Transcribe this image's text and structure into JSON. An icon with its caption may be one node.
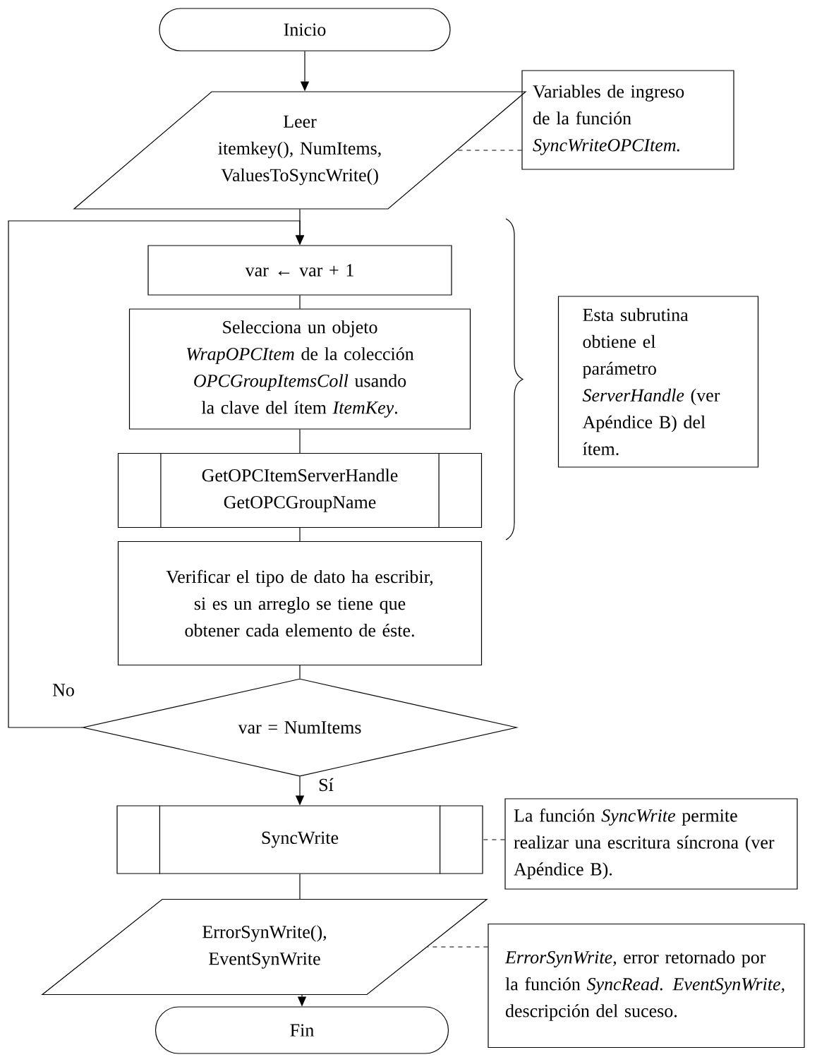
{
  "diagram": {
    "nodes": [
      {
        "text": [
          "Inicio"
        ]
      },
      {
        "text": [
          "Leer",
          "itemkey(), NumItems, ValuesToSyncWrite()"
        ]
      },
      {
        "text": [
          "Variables de ingreso de la función *SyncWriteOPCItem.*"
        ]
      },
      {
        "text": [
          "var ← var + 1"
        ]
      },
      {
        "text": [
          "Selecciona un objeto *WrapOPCItem* de la colección *OPCGroupItemsColl* usando la clave del ítem *ItemKey*."
        ]
      },
      {
        "text": [
          "GetOPCItemServerHandle",
          "GetOPCGroupName"
        ]
      },
      {
        "text": [
          "Esta subrutina obtiene el parámetro *ServerHandle* (ver Apéndice B) del ítem."
        ]
      },
      {
        "text": [
          "Verificar el tipo de dato ha escribir, si es un arreglo se tiene que obtener cada elemento de éste."
        ]
      },
      {
        "text": [
          "var = NumItems"
        ]
      },
      {
        "text": [
          "SyncWrite"
        ]
      },
      {
        "text": [
          "La función *SyncWrite* permite realizar una escritura síncrona (ver Apéndice B)."
        ]
      },
      {
        "text": [
          "ErrorSynWrite(),",
          "EventSynWrite"
        ]
      },
      {
        "text": [
          "*ErrorSynWrite,* error retornado por la función *SyncRead*. *EventSynWrite,* descripción del suceso."
        ]
      },
      {
        "text": [
          "Fin"
        ]
      }
    ],
    "edges": [
      {
        "from": 0,
        "to": 1,
        "arrow": "to"
      },
      {
        "from": 2,
        "to": 1,
        "arrow": "none",
        "style": "dashed"
      },
      {
        "from": 1,
        "to": 3,
        "arrow": "to"
      },
      {
        "from": 3,
        "to": 4,
        "arrow": "none"
      },
      {
        "from": 4,
        "to": 5,
        "arrow": "none"
      },
      {
        "from": 5,
        "to": 7,
        "arrow": "none"
      },
      {
        "from": 7,
        "to": 8,
        "arrow": "none"
      },
      {
        "from": 8,
        "to": 3,
        "arrow": "to",
        "label": "No"
      },
      {
        "from": 8,
        "to": 9,
        "arrow": "to",
        "label": "Sí"
      },
      {
        "from": 10,
        "to": 9,
        "arrow": "none",
        "style": "dashed"
      },
      {
        "from": 9,
        "to": 11,
        "arrow": "none"
      },
      {
        "from": 12,
        "to": 11,
        "arrow": "none",
        "style": "dashed"
      },
      {
        "from": 11,
        "to": 13,
        "arrow": "to"
      }
    ]
  }
}
